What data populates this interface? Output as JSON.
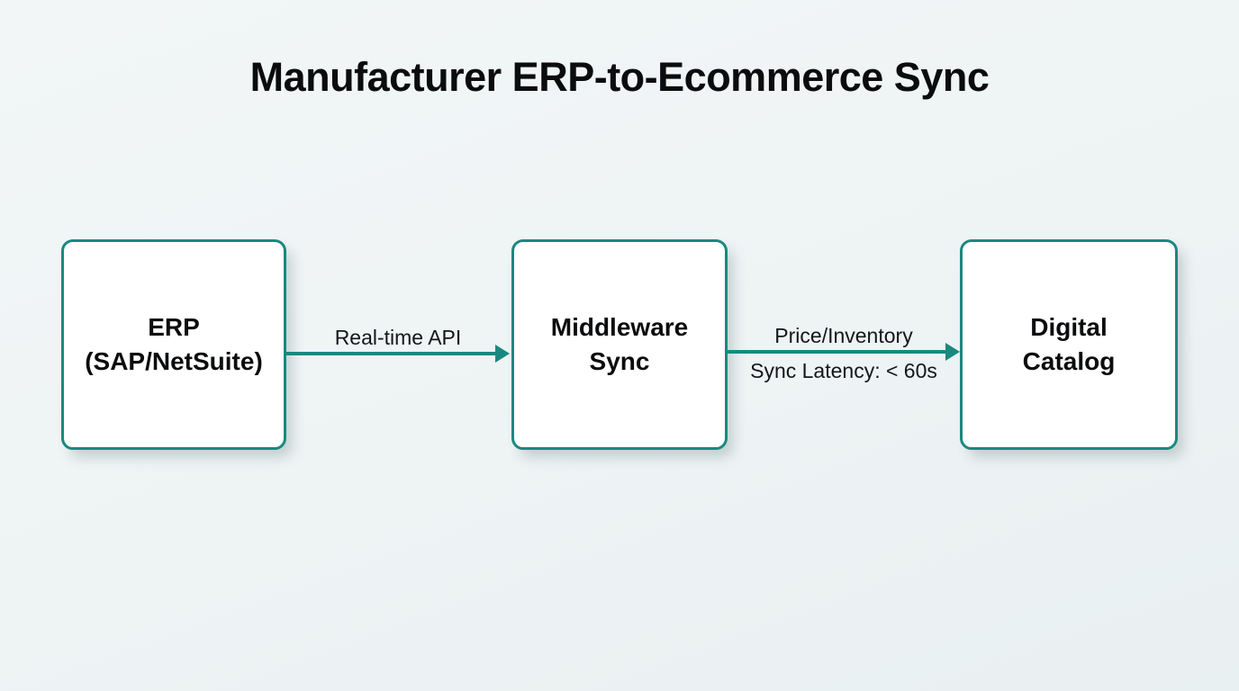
{
  "title": "Manufacturer ERP-to-Ecommerce Sync",
  "diagram": {
    "nodes": [
      {
        "id": "erp",
        "line1": "ERP",
        "line2": "(SAP/NetSuite)"
      },
      {
        "id": "middleware",
        "line1": "Middleware",
        "line2": "Sync"
      },
      {
        "id": "catalog",
        "line1": "Digital",
        "line2": "Catalog"
      }
    ],
    "edges": [
      {
        "from": "erp",
        "to": "middleware",
        "label": "Real-time API",
        "sublabel": ""
      },
      {
        "from": "middleware",
        "to": "catalog",
        "label": "Price/Inventory",
        "sublabel": "Sync Latency: < 60s"
      }
    ]
  },
  "colors": {
    "accent_teal": "#19897f",
    "background": "#eef3f4",
    "box_fill": "#ffffff",
    "text": "#0b0c0e"
  }
}
